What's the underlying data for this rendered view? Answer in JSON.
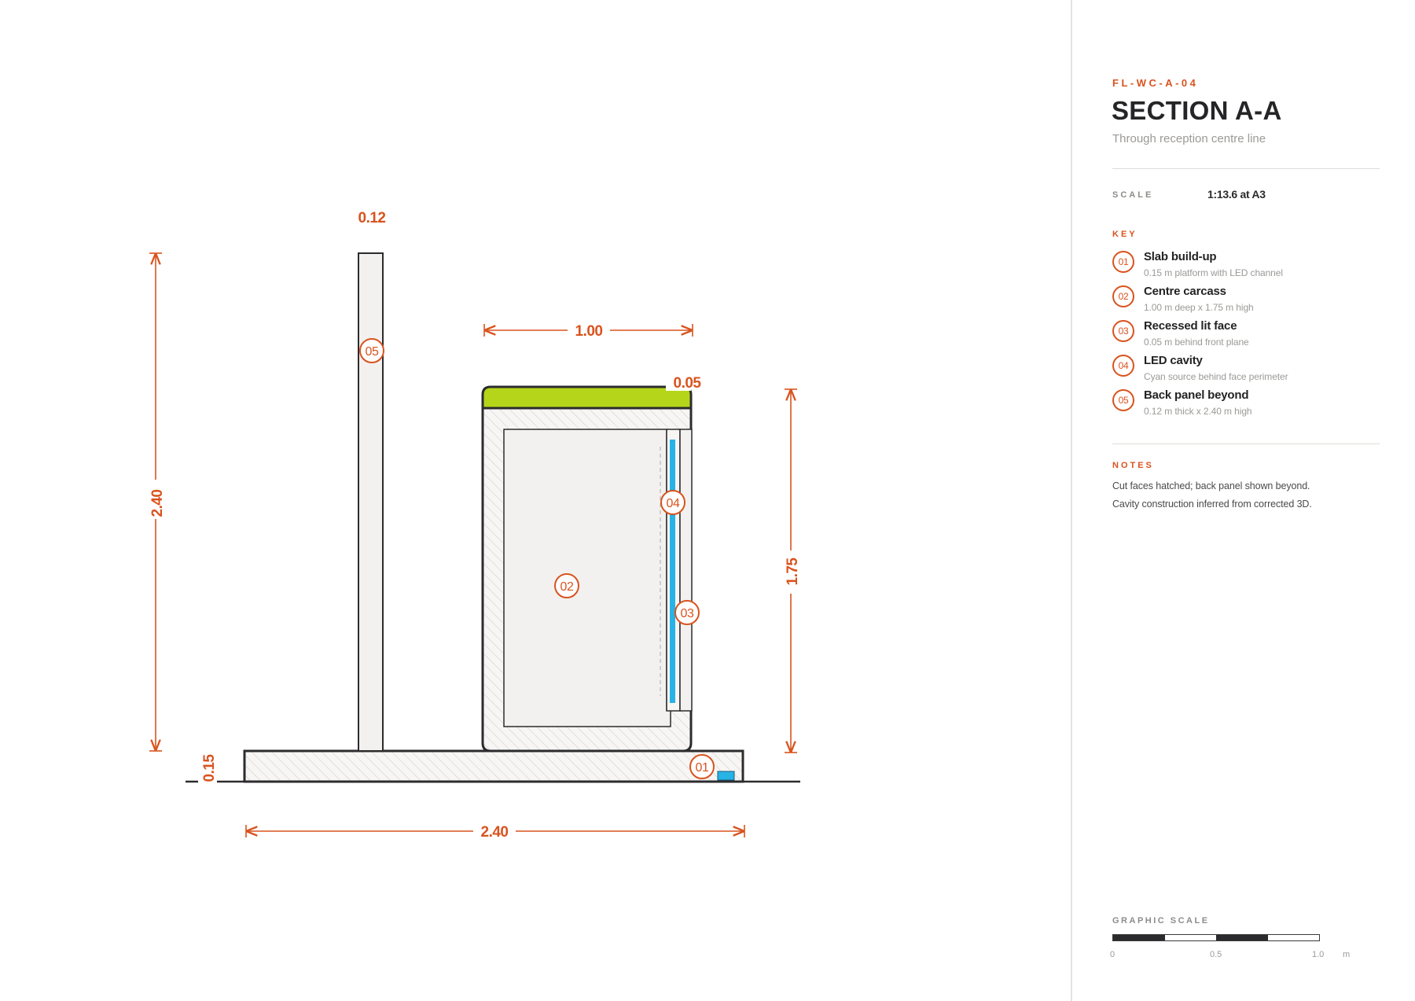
{
  "drawing": {
    "dimensions": {
      "total_height": "2.40",
      "panel_thickness": "0.12",
      "carcass_depth": "1.00",
      "face_recess": "0.05",
      "carcass_height": "1.75",
      "slab_height": "0.15",
      "total_width": "2.40"
    },
    "tags": [
      "01",
      "02",
      "03",
      "04",
      "05"
    ],
    "colors": {
      "accent": "#d9531e",
      "lime_top": "#b5d51a",
      "led": "#27b3e6",
      "outline": "#2c2c2e",
      "fill": "#f2f1ef",
      "hatch": "#cfcdca"
    }
  },
  "panel": {
    "code": "FL-WC-A-04",
    "title": "SECTION A-A",
    "subtitle": "Through reception centre line",
    "scale": {
      "label": "SCALE",
      "value": "1:13.6 at A3"
    },
    "key": {
      "label": "KEY",
      "items": [
        {
          "num": "01",
          "title": "Slab build-up",
          "desc": "0.15 m platform with LED channel"
        },
        {
          "num": "02",
          "title": "Centre carcass",
          "desc": "1.00 m deep x 1.75 m high"
        },
        {
          "num": "03",
          "title": "Recessed lit face",
          "desc": "0.05 m behind front plane"
        },
        {
          "num": "04",
          "title": "LED cavity",
          "desc": "Cyan source behind face perimeter"
        },
        {
          "num": "05",
          "title": "Back panel beyond",
          "desc": "0.12 m thick x 2.40 m high"
        }
      ]
    },
    "notes": {
      "label": "NOTES",
      "lines": [
        "Cut faces hatched; back panel shown beyond.",
        "Cavity construction inferred from corrected 3D."
      ]
    },
    "graphic_scale": {
      "label": "GRAPHIC SCALE",
      "ticks": [
        "0",
        "0.5",
        "1.0"
      ],
      "unit": "m"
    }
  }
}
